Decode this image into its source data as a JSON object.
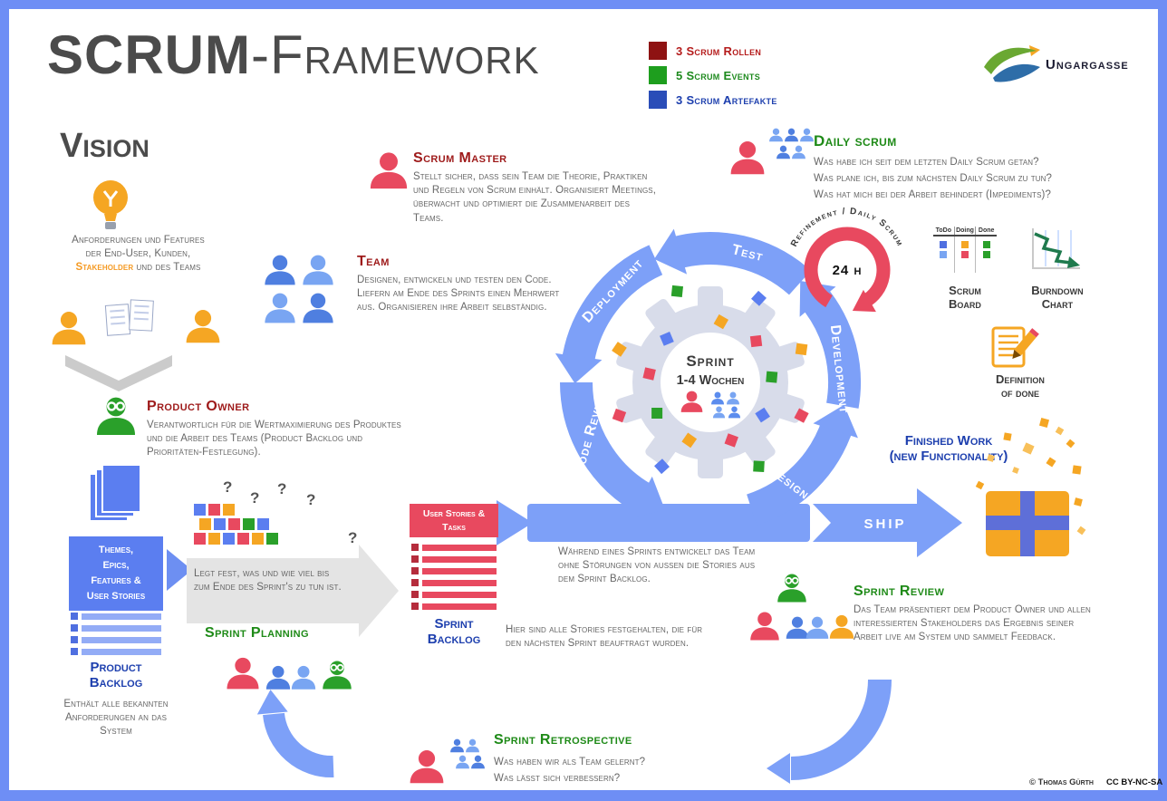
{
  "colors": {
    "border_blue": "#6e8ef5",
    "arrow_blue": "#7da0f8",
    "role_red": "#9e1a1a",
    "event_green": "#1e8a17",
    "artifact_blue": "#1d3fae",
    "square_red": "#e8495f",
    "square_green": "#2aa02a",
    "square_blue": "#5b7ef0",
    "square_orange": "#f5a623"
  },
  "header": {
    "title_strong": "SCRUM",
    "title_rest": "-Framework",
    "legend": [
      {
        "label": "3 Scrum Rollen",
        "color": "#8e1212",
        "label_color": "#b51c1c"
      },
      {
        "label": "5 Scrum Events",
        "color": "#1e9e1e",
        "label_color": "#1e8a1e"
      },
      {
        "label": "3 Scrum Artefakte",
        "color": "#2a4db8",
        "label_color": "#1d3fae"
      }
    ],
    "logo_text": "Ungargasse"
  },
  "vision": {
    "heading": "Vision",
    "text_before": "Anforderungen und Features der End-User, Kunden, ",
    "text_highlight": "Stakeholder",
    "text_after": " und des Teams"
  },
  "roles": {
    "scrum_master": {
      "heading": "Scrum Master",
      "description": "Stellt sicher, dass sein Team die Theorie, Praktiken und Regeln von Scrum einhält. Organisiert Meetings, überwacht und optimiert die Zusammenarbeit des Teams."
    },
    "team": {
      "heading": "Team",
      "description": "Designen, entwickeln und testen den Code. Liefern am Ende des Sprints einen Mehrwert aus. Organisieren ihre Arbeit selbständig."
    },
    "product_owner": {
      "heading": "Product Owner",
      "description": "Verantwortlich für die Wertmaximierung des Produktes und die Arbeit des Teams (Product Backlog und Prioritäten-Festlegung)."
    }
  },
  "product_backlog": {
    "box_label_1": "Themes,",
    "box_label_2": "Epics,",
    "box_label_3": "Features &",
    "box_label_4": "User Stories",
    "heading_1": "Product",
    "heading_2": "Backlog",
    "description": "Enthält alle bekannten Anforderungen an das System"
  },
  "sprint_planning": {
    "heading": "Sprint Planning",
    "arrow_text": "Legt fest, was und wie viel bis zum Ende des Sprint's zu tun ist.",
    "question_mark": "?"
  },
  "sprint_backlog": {
    "box_label_1": "User Stories &",
    "box_label_2": "Tasks",
    "heading_1": "Sprint",
    "heading_2": "Backlog",
    "description": "Hier sind alle Stories festgehalten, die für den nächsten Sprint beauftragt wurden."
  },
  "sprint_cycle": {
    "labels": {
      "deployment": "Deployment",
      "test": "Test",
      "development": "Development",
      "design": "Design",
      "code_review": "Code Review"
    },
    "center_1": "Sprint",
    "center_2": "1-4 Wochen",
    "refinement_label": "Refinement / Daily Scrum",
    "refinement_time": "24 h",
    "flow_text": "Während eines Sprints entwickelt das Team ohne Störungen von aussen die Stories aus dem Sprint Backlog."
  },
  "daily_scrum": {
    "heading": "Daily scrum",
    "q1": "Was habe ich seit dem letzten Daily Scrum getan?",
    "q2": "Was plane ich, bis zum nächsten Daily Scrum zu tun?",
    "q3": "Was hat mich bei der Arbeit behindert (Impediments)?"
  },
  "artifacts": {
    "scrum_board": {
      "heading_1": "Scrum",
      "heading_2": "Board",
      "col1": "ToDo",
      "col2": "Doing",
      "col3": "Done"
    },
    "burndown_chart": {
      "heading_1": "Burndown",
      "heading_2": "Chart"
    },
    "definition_of_done": {
      "heading_1": "Definition",
      "heading_2": "of done"
    }
  },
  "finished_work": {
    "heading_1": "Finished Work",
    "heading_2": "(new Functionality)",
    "ship_label": "SHIP"
  },
  "sprint_review": {
    "heading": "Sprint Review",
    "description": "Das Team präsentiert dem Product Owner und allen interessierten Stakeholders das Ergebnis seiner Arbeit live am System und sammelt Feedback."
  },
  "sprint_retrospective": {
    "heading": "Sprint Retrospective",
    "q1": "Was haben wir als Team gelernt?",
    "q2": "Was lässt sich verbessern?"
  },
  "footer": {
    "credit": "© Thomas Gürth",
    "license": "CC BY-NC-SA"
  }
}
